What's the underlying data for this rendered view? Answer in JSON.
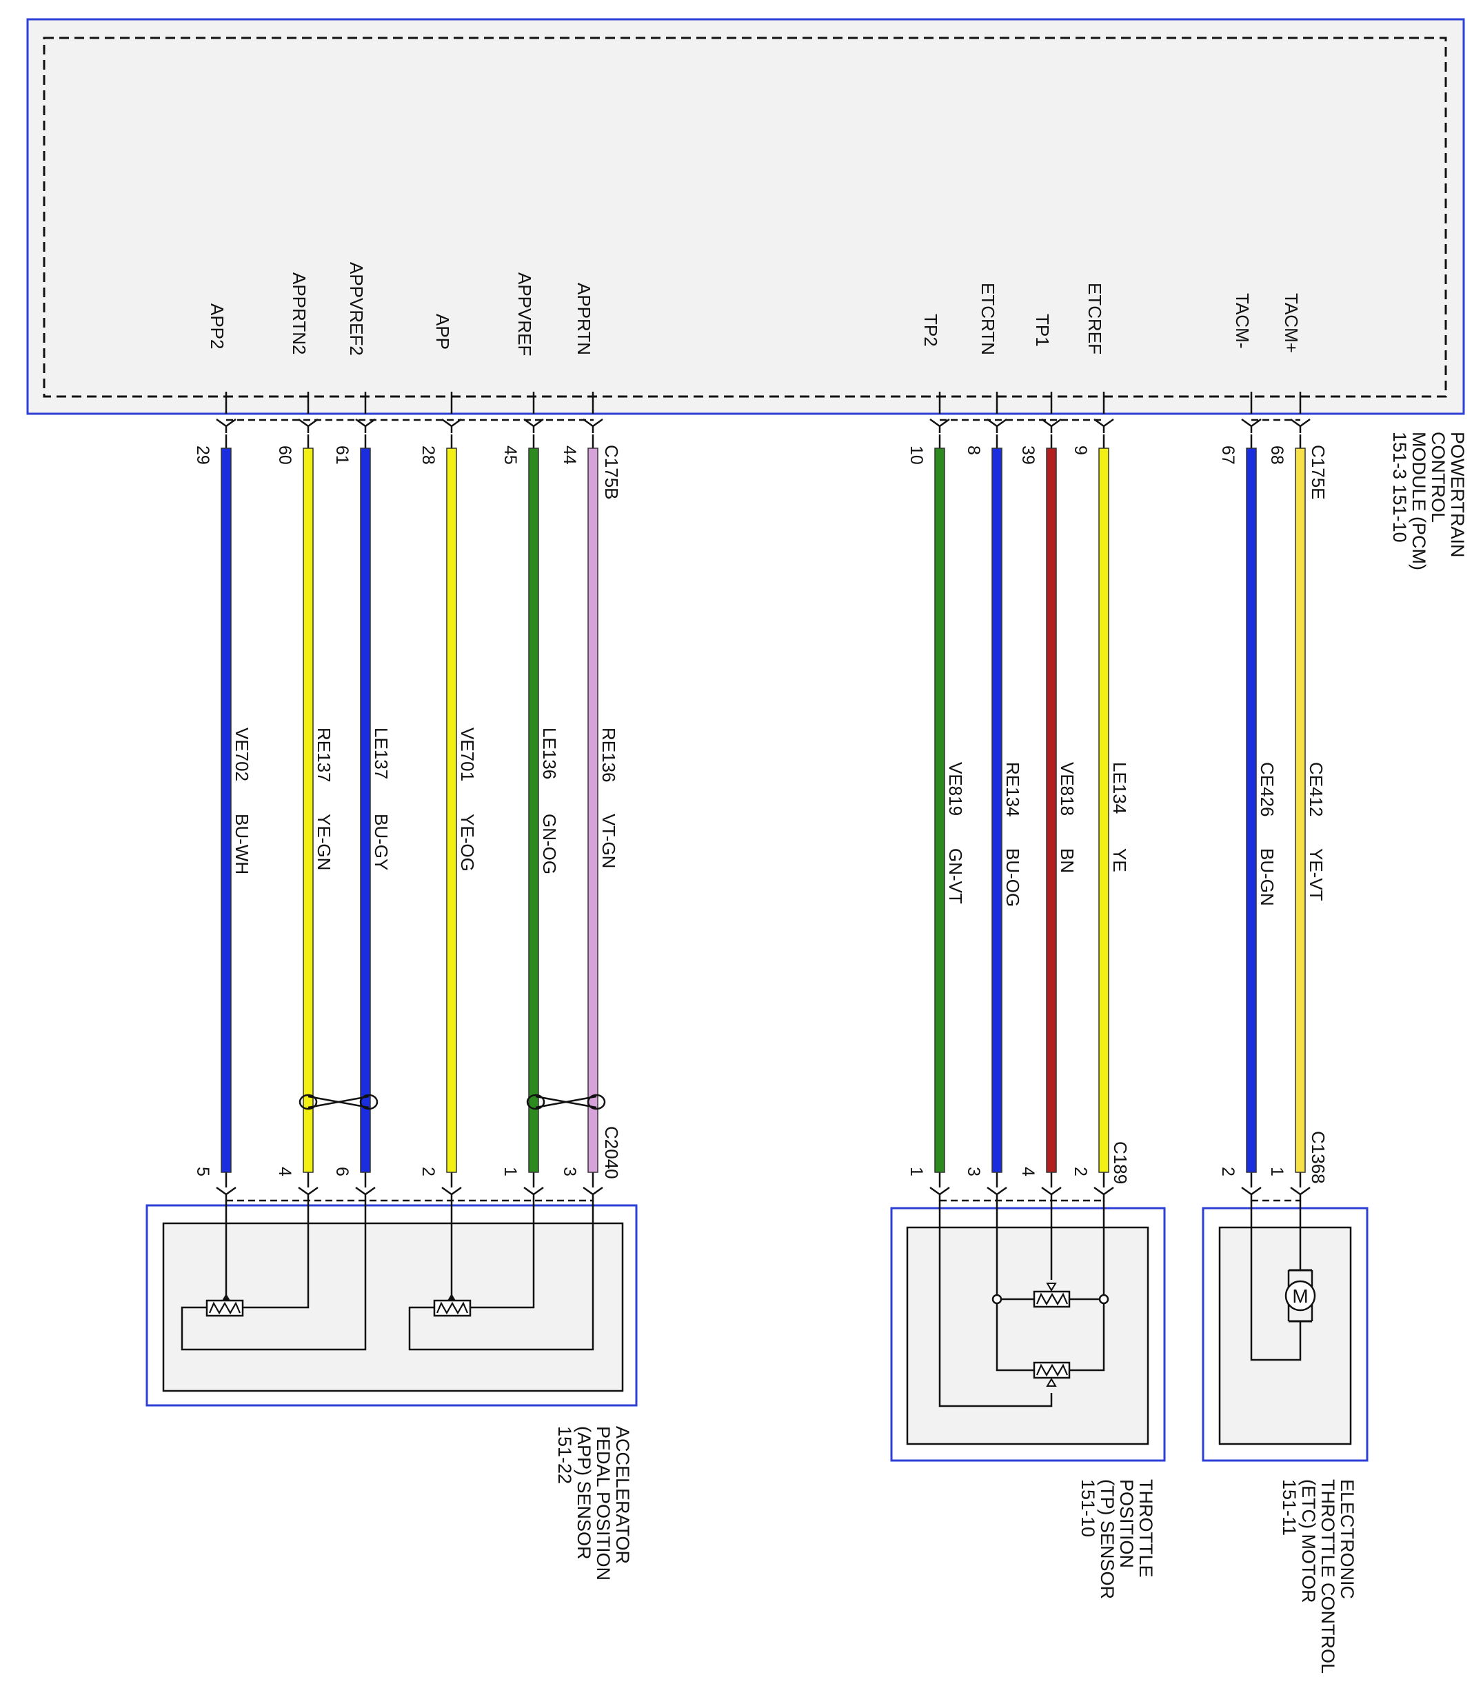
{
  "colors": {
    "frame": "#2d3fd6",
    "fill": "#f2f2f2",
    "line": "#111111",
    "BU": "#1a2ee0",
    "YE": "#f2ef13",
    "GN": "#2c8a1f",
    "VT": "#d7a1d9",
    "BN": "#b21f1f",
    "YE-VT": "#f7e04a"
  },
  "pcm": {
    "title_lines": [
      "POWERTRAIN",
      "CONTROL",
      "MODULE (PCM)",
      "151-3    151-10"
    ]
  },
  "connectors": {
    "c175b": "C175B",
    "c175e": "C175E",
    "c2040": "C2040",
    "c189": "C189",
    "c1368": "C1368"
  },
  "circuits": [
    {
      "signal": "APP2",
      "pcm_pin": "29",
      "dev_pin": "5",
      "circuit": "VE702",
      "color_code": "BU-WH"
    },
    {
      "signal": "APPRTN2",
      "pcm_pin": "60",
      "dev_pin": "4",
      "circuit": "RE137",
      "color_code": "YE-GN"
    },
    {
      "signal": "APPVREF2",
      "pcm_pin": "61",
      "dev_pin": "6",
      "circuit": "LE137",
      "color_code": "BU-GY"
    },
    {
      "signal": "APP",
      "pcm_pin": "28",
      "dev_pin": "2",
      "circuit": "VE701",
      "color_code": "YE-OG"
    },
    {
      "signal": "APPVREF",
      "pcm_pin": "45",
      "dev_pin": "1",
      "circuit": "LE136",
      "color_code": "GN-OG"
    },
    {
      "signal": "APPRTN",
      "pcm_pin": "44",
      "dev_pin": "3",
      "circuit": "RE136",
      "color_code": "VT-GN"
    },
    {
      "signal": "TP2",
      "pcm_pin": "10",
      "dev_pin": "1",
      "circuit": "VE819",
      "color_code": "GN-VT"
    },
    {
      "signal": "ETCRTN",
      "pcm_pin": "8",
      "dev_pin": "3",
      "circuit": "RE134",
      "color_code": "BU-OG"
    },
    {
      "signal": "TP1",
      "pcm_pin": "39",
      "dev_pin": "4",
      "circuit": "VE818",
      "color_code": "BN"
    },
    {
      "signal": "ETCREF",
      "pcm_pin": "9",
      "dev_pin": "2",
      "circuit": "LE134",
      "color_code": "YE"
    },
    {
      "signal": "TACM-",
      "pcm_pin": "67",
      "dev_pin": "2",
      "circuit": "CE426",
      "color_code": "BU-GN"
    },
    {
      "signal": "TACM+",
      "pcm_pin": "68",
      "dev_pin": "1",
      "circuit": "CE412",
      "color_code": "YE-VT"
    }
  ],
  "devices": {
    "app": {
      "lines": [
        "ACCELERATOR",
        "PEDAL POSITION",
        "(APP) SENSOR",
        "151-22"
      ]
    },
    "tp": {
      "lines": [
        "THROTTLE",
        "POSITION",
        "(TP) SENSOR",
        "151-10"
      ]
    },
    "etc": {
      "lines": [
        "ELECTRONIC",
        "THROTTLE CONTROL",
        "(ETC) MOTOR",
        "151-11"
      ],
      "motor_symbol": "M"
    }
  }
}
